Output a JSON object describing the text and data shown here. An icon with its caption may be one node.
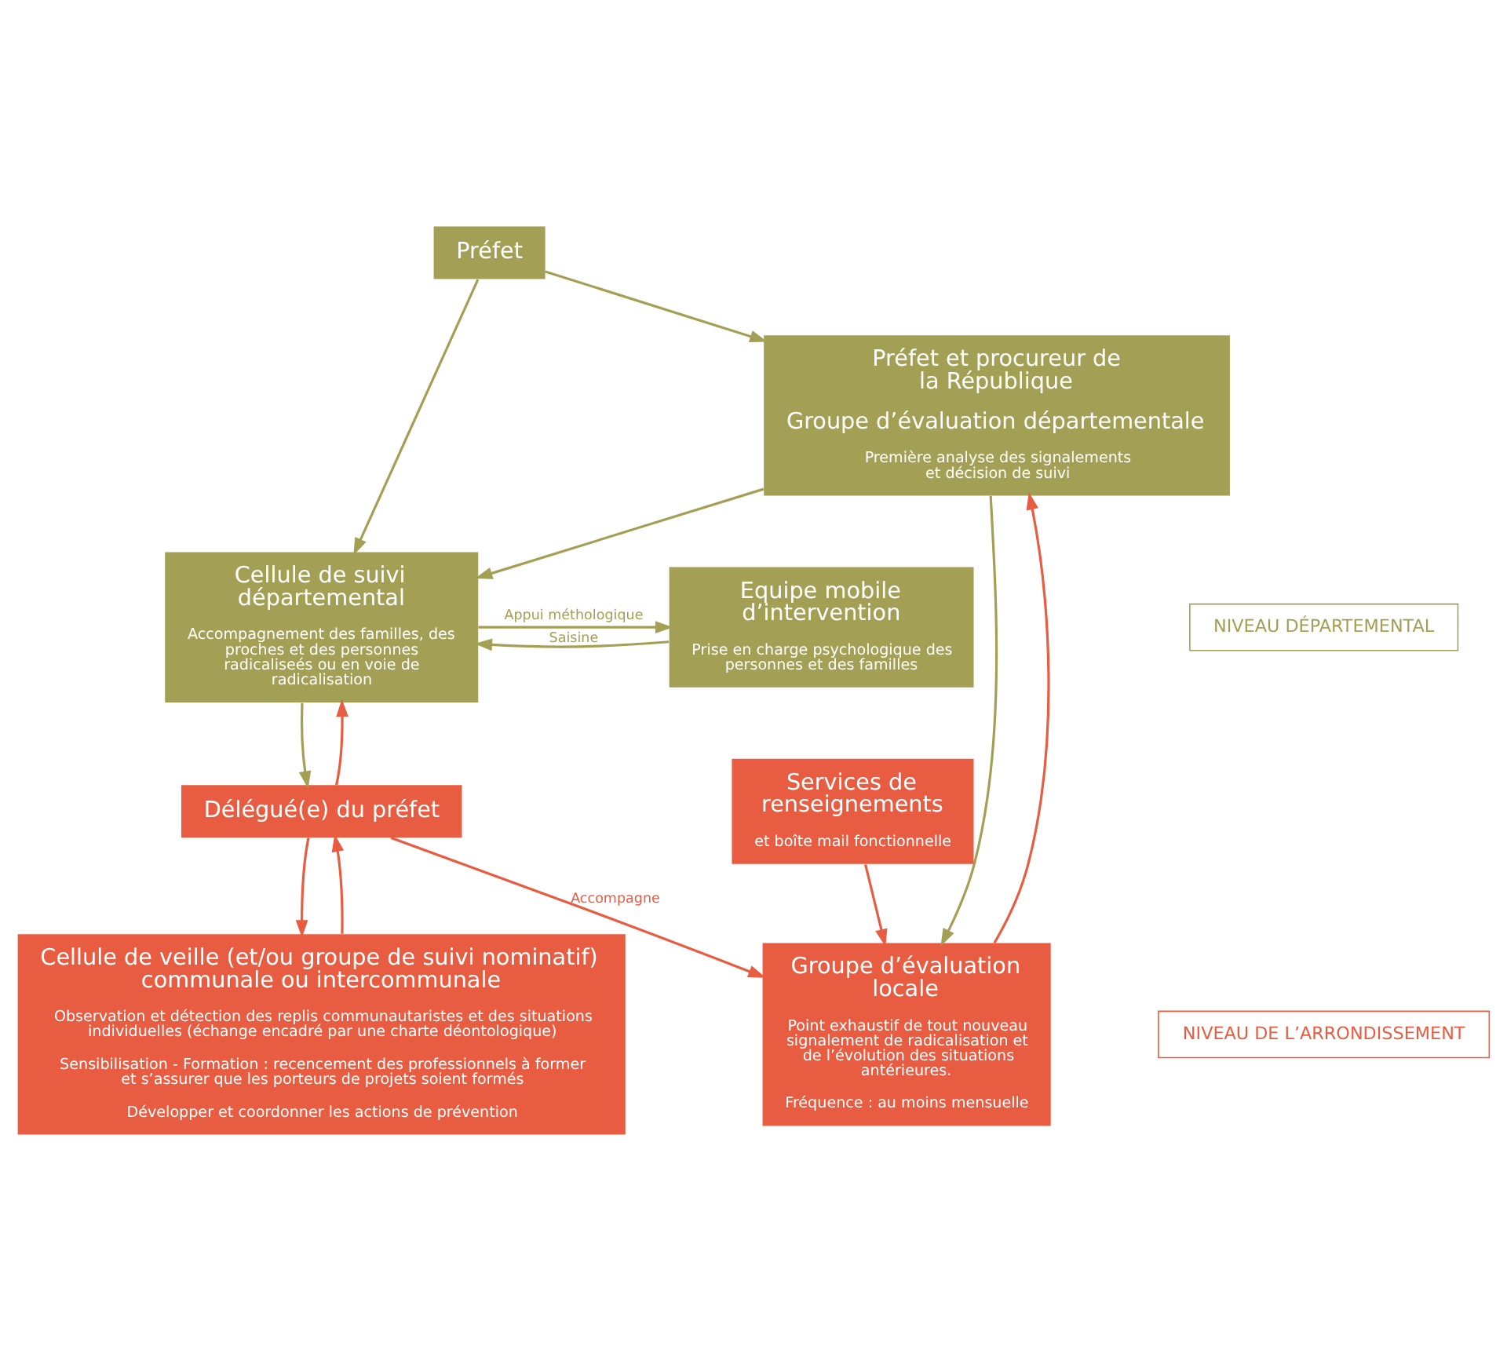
{
  "diagram": {
    "nodes": [
      {
        "text": [
          "Préfet"
        ]
      },
      {
        "text": [
          "Préfet et procureur de la République",
          "Groupe d’évaluation départementale",
          "Première analyse des signalements et décision de suivi"
        ]
      },
      {
        "text": [
          "Equipe mobile d’intervention",
          "Prise en charge psychologique des personnes et des familles"
        ]
      },
      {
        "text": [
          "Cellule de suivi départemental",
          "Accompagnement des familles, des proches et des personnes radicaliseés ou en voie de radicalisation"
        ]
      },
      {
        "text": [
          "Délégué(e) du préfet"
        ]
      },
      {
        "text": [
          "Groupe d’évaluation locale",
          "Point exhaustif de tout nouveau signalement de radicalisation et de l’évolution des situations antérieures.",
          "Fréquence : au moins mensuelle"
        ]
      },
      {
        "text": [
          "Cellule de veille (et/ou groupe de suivi nominatif) communale ou intercommunale",
          "Observation et détection des replis communautaristes et des situations individuelles (échange encadré par une charte déontologique)",
          "Sensibilisation - Formation : recencement des professionnels à former et s’assurer que les porteurs de projets soient formés",
          "Développer et coordonner les actions de prévention"
        ]
      },
      {
        "text": [
          "Services de renseignements",
          "et boîte mail fonctionnelle"
        ]
      }
    ],
    "edges": [
      {
        "from": 0,
        "to": 3,
        "arrow": "to"
      },
      {
        "from": 0,
        "to": 1,
        "arrow": "to"
      },
      {
        "from": 2,
        "to": 3,
        "arrow": "to",
        "label": "Saisine"
      },
      {
        "from": 3,
        "to": 2,
        "arrow": "to",
        "label": "Appui méthologique"
      },
      {
        "from": 1,
        "to": 3,
        "arrow": "to"
      },
      {
        "from": 3,
        "to": 4,
        "arrow": "to"
      },
      {
        "from": 4,
        "to": 3,
        "arrow": "to",
        "color": "#e85c41"
      },
      {
        "from": 1,
        "to": 5,
        "arrow": "to"
      },
      {
        "from": 5,
        "to": 1,
        "arrow": "to",
        "color": "#e85c41"
      },
      {
        "from": 4,
        "to": 5,
        "arrow": "to",
        "label": "Accompagne",
        "color": "#e85c41"
      },
      {
        "from": 4,
        "to": 6,
        "arrow": "to",
        "color": "#e85c41"
      },
      {
        "from": 6,
        "to": 4,
        "arrow": "to",
        "color": "#e85c41"
      },
      {
        "from": 7,
        "to": 5,
        "arrow": "to",
        "color": "#e85c41"
      }
    ],
    "labels": [
      "NIVEAU DÉPARTEMENTAL",
      "NIVEAU DE L’ARRONDISSEMENT"
    ]
  }
}
